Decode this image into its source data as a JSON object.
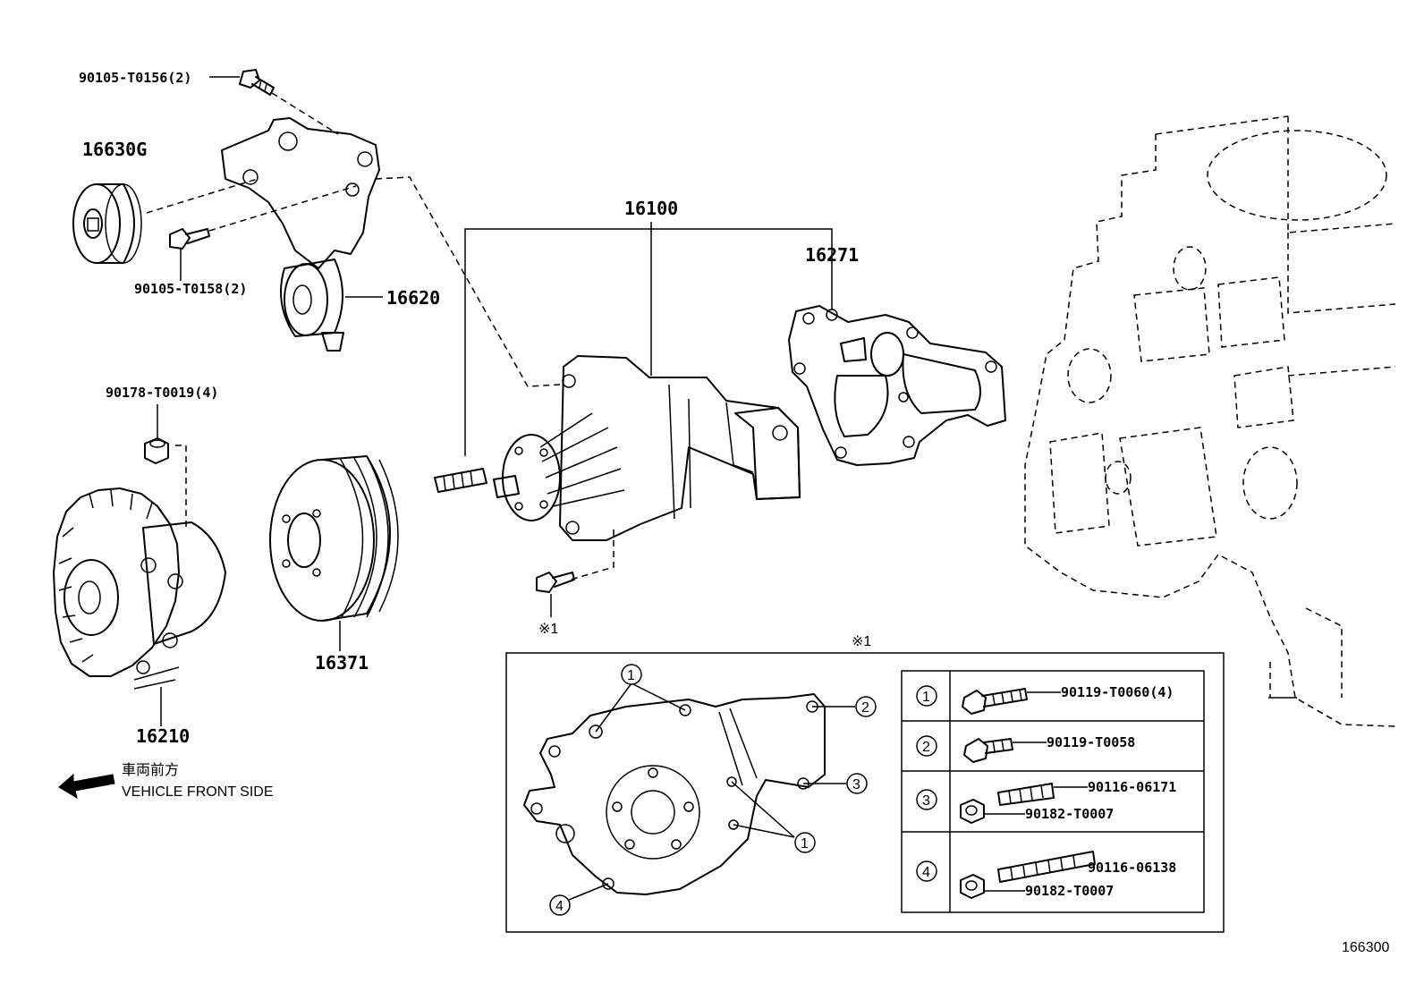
{
  "parts": {
    "p16630G": "16630G",
    "p90105_T0156": "90105-T0156(2)",
    "p90105_T0158": "90105-T0158(2)",
    "p16620": "16620",
    "p90178_T0019": "90178-T0019(4)",
    "p16210": "16210",
    "p16371": "16371",
    "p16100": "16100",
    "p16271": "16271",
    "ref_mark": "※1",
    "diagram_code": "166300"
  },
  "direction": {
    "japanese": "車両前方",
    "english": "VEHICLE FRONT SIDE"
  },
  "detail": {
    "title": "※1",
    "callouts": {
      "c1": "1",
      "c2": "2",
      "c3": "3",
      "c4": "4"
    },
    "table": [
      {
        "num": "1",
        "parts": [
          "90119-T0060(4)"
        ]
      },
      {
        "num": "2",
        "parts": [
          "90119-T0058"
        ]
      },
      {
        "num": "3",
        "parts": [
          "90116-06171",
          "90182-T0007"
        ]
      },
      {
        "num": "4",
        "parts": [
          "90116-06138",
          "90182-T0007"
        ]
      }
    ]
  }
}
